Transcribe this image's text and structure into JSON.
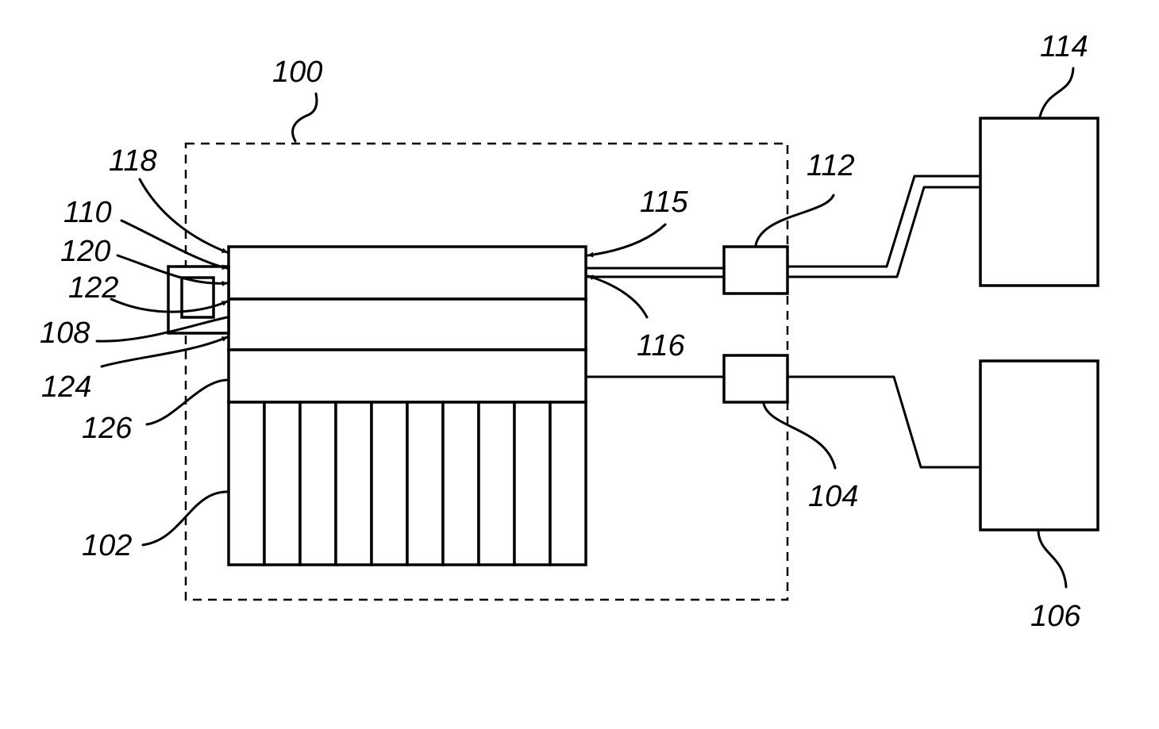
{
  "figure": {
    "reference_numerals": {
      "system": "100",
      "battery_cells": "102",
      "lower_connector": "104",
      "lower_device": "106",
      "port_108": "108",
      "layer_110": "110",
      "upper_connector": "112",
      "upper_device": "114",
      "arrow_115": "115",
      "arrow_116": "116",
      "arrow_118": "118",
      "item_120": "120",
      "item_122": "122",
      "item_124": "124",
      "layer_126": "126"
    },
    "cell_count": 10,
    "colors": {
      "ink": "#000000",
      "paper": "#ffffff"
    }
  }
}
